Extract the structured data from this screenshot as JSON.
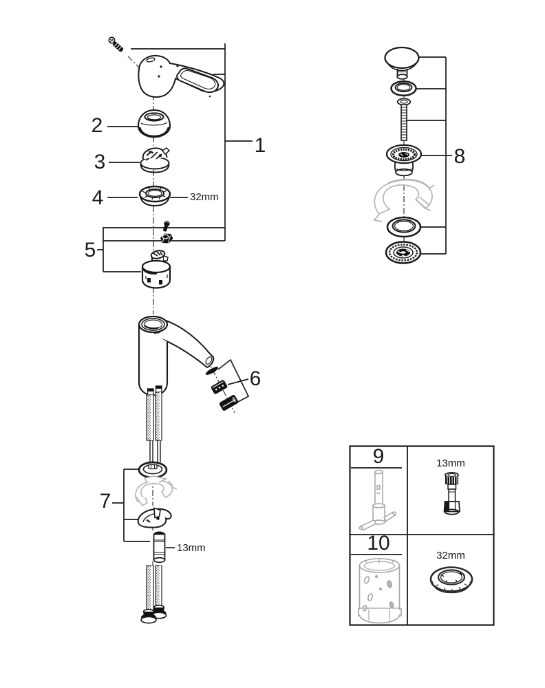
{
  "diagram": {
    "callouts": {
      "c1": "1",
      "c2": "2",
      "c3": "3",
      "c4": "4",
      "c5": "5",
      "c6": "6",
      "c7": "7",
      "c8": "8"
    },
    "dimensions": {
      "cap_nut": "32mm",
      "mounting_stud": "13mm"
    },
    "toolbox": {
      "cell9": "9",
      "cell10": "10",
      "socket": "13mm",
      "ring_nut": "32mm"
    }
  },
  "colors": {
    "line": "#1a1a1a",
    "gray_part": "#b3b3b3",
    "background": "#ffffff"
  }
}
